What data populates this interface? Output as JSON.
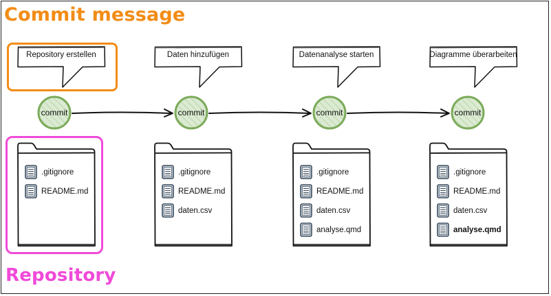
{
  "title": "Commit message",
  "repository_label": "Repository",
  "colors": {
    "commit_fill": "#dbead2",
    "commit_stroke": "#7cab5b",
    "title": "#f28c16",
    "repository": "#f04ad9"
  },
  "commits": [
    {
      "message": "Repository erstellen",
      "label": "commit",
      "files": [
        {
          "name": ".gitignore"
        },
        {
          "name": "README.md"
        }
      ]
    },
    {
      "message": "Daten hinzufügen",
      "label": "commit",
      "files": [
        {
          "name": ".gitignore"
        },
        {
          "name": "README.md"
        },
        {
          "name": "daten.csv"
        }
      ]
    },
    {
      "message": "Datenanalyse starten",
      "label": "commit",
      "files": [
        {
          "name": ".gitignore"
        },
        {
          "name": "README.md"
        },
        {
          "name": "daten.csv"
        },
        {
          "name": "analyse.qmd"
        }
      ]
    },
    {
      "message": "Diagramme überarbeiten",
      "label": "commit",
      "files": [
        {
          "name": ".gitignore"
        },
        {
          "name": "README.md"
        },
        {
          "name": "daten.csv"
        },
        {
          "name": "analyse.qmd",
          "bold": true
        }
      ]
    }
  ],
  "icons": {
    "file": "file-document-icon",
    "folder": "folder-icon",
    "bubble": "speech-bubble-icon"
  }
}
